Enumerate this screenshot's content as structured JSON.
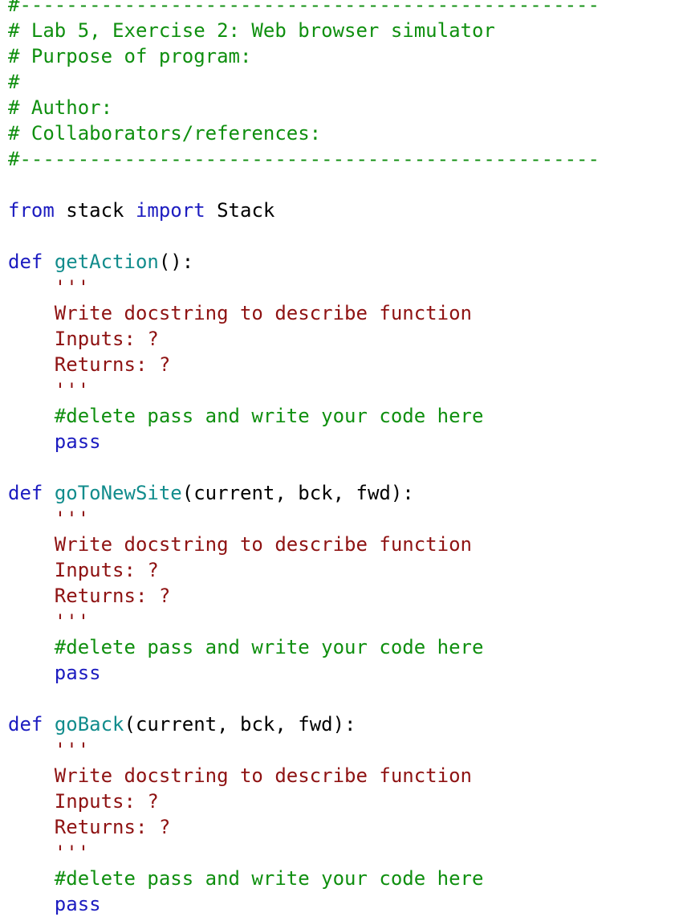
{
  "editor": {
    "background": "#ffffff",
    "language": "python",
    "token_colors": {
      "comment": "#0f8f0f",
      "keyword": "#1c1cc0",
      "function": "#118c8c",
      "string": "#8e1212",
      "default": "#000000"
    },
    "lines": [
      {
        "segments": [
          [
            "comment",
            "#--------------------------------------------------"
          ]
        ]
      },
      {
        "segments": [
          [
            "comment",
            "# Lab 5, Exercise 2: Web browser simulator"
          ]
        ]
      },
      {
        "segments": [
          [
            "comment",
            "# Purpose of program:"
          ]
        ]
      },
      {
        "segments": [
          [
            "comment",
            "#"
          ]
        ]
      },
      {
        "segments": [
          [
            "comment",
            "# Author:"
          ]
        ]
      },
      {
        "segments": [
          [
            "comment",
            "# Collaborators/references:"
          ]
        ]
      },
      {
        "segments": [
          [
            "comment",
            "#--------------------------------------------------"
          ]
        ]
      },
      {
        "segments": []
      },
      {
        "segments": [
          [
            "keyword",
            "from"
          ],
          [
            "default",
            " stack "
          ],
          [
            "keyword",
            "import"
          ],
          [
            "default",
            " Stack"
          ]
        ]
      },
      {
        "segments": []
      },
      {
        "segments": [
          [
            "keyword",
            "def"
          ],
          [
            "default",
            " "
          ],
          [
            "function",
            "getAction"
          ],
          [
            "default",
            "():"
          ]
        ]
      },
      {
        "segments": [
          [
            "string",
            "    '''"
          ]
        ]
      },
      {
        "segments": [
          [
            "string",
            "    Write docstring to describe function"
          ]
        ]
      },
      {
        "segments": [
          [
            "string",
            "    Inputs: ?"
          ]
        ]
      },
      {
        "segments": [
          [
            "string",
            "    Returns: ?"
          ]
        ]
      },
      {
        "segments": [
          [
            "string",
            "    '''"
          ]
        ]
      },
      {
        "segments": [
          [
            "default",
            "    "
          ],
          [
            "comment",
            "#delete pass and write your code here"
          ]
        ]
      },
      {
        "segments": [
          [
            "default",
            "    "
          ],
          [
            "keyword",
            "pass"
          ]
        ]
      },
      {
        "segments": []
      },
      {
        "segments": [
          [
            "keyword",
            "def"
          ],
          [
            "default",
            " "
          ],
          [
            "function",
            "goToNewSite"
          ],
          [
            "default",
            "(current, bck, fwd):"
          ]
        ]
      },
      {
        "segments": [
          [
            "string",
            "    '''"
          ]
        ]
      },
      {
        "segments": [
          [
            "string",
            "    Write docstring to describe function"
          ]
        ]
      },
      {
        "segments": [
          [
            "string",
            "    Inputs: ?"
          ]
        ]
      },
      {
        "segments": [
          [
            "string",
            "    Returns: ?"
          ]
        ]
      },
      {
        "segments": [
          [
            "string",
            "    '''"
          ]
        ]
      },
      {
        "segments": [
          [
            "default",
            "    "
          ],
          [
            "comment",
            "#delete pass and write your code here"
          ]
        ]
      },
      {
        "segments": [
          [
            "default",
            "    "
          ],
          [
            "keyword",
            "pass"
          ]
        ]
      },
      {
        "segments": []
      },
      {
        "segments": [
          [
            "keyword",
            "def"
          ],
          [
            "default",
            " "
          ],
          [
            "function",
            "goBack"
          ],
          [
            "default",
            "(current, bck, fwd):"
          ]
        ]
      },
      {
        "segments": [
          [
            "string",
            "    '''"
          ]
        ]
      },
      {
        "segments": [
          [
            "string",
            "    Write docstring to describe function"
          ]
        ]
      },
      {
        "segments": [
          [
            "string",
            "    Inputs: ?"
          ]
        ]
      },
      {
        "segments": [
          [
            "string",
            "    Returns: ?"
          ]
        ]
      },
      {
        "segments": [
          [
            "string",
            "    '''"
          ]
        ]
      },
      {
        "segments": [
          [
            "default",
            "    "
          ],
          [
            "comment",
            "#delete pass and write your code here"
          ]
        ]
      },
      {
        "segments": [
          [
            "default",
            "    "
          ],
          [
            "keyword",
            "pass"
          ]
        ]
      }
    ]
  }
}
